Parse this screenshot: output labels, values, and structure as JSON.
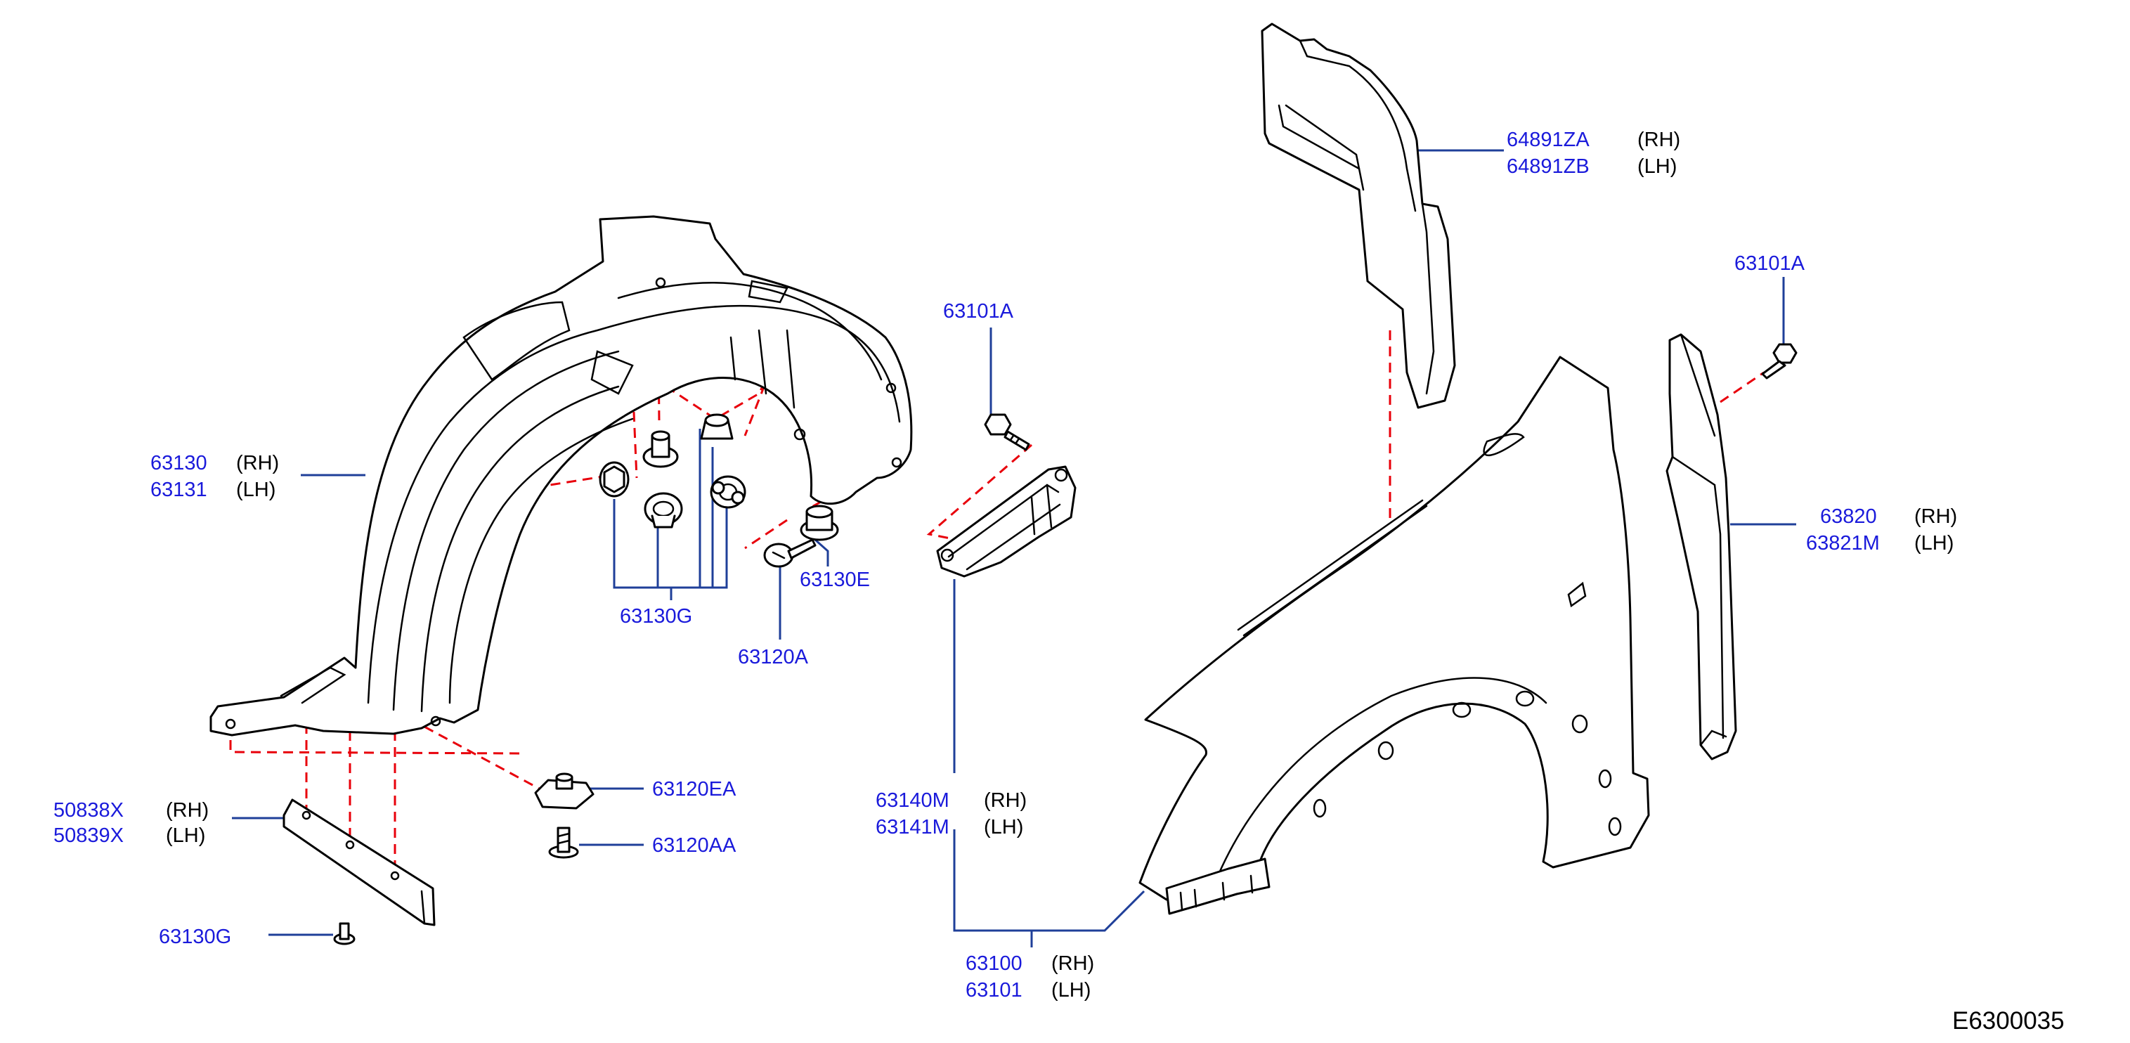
{
  "diagram_id": "E6300035",
  "colors": {
    "part_number": "#1a1adb",
    "leader": "#1f3f99",
    "guide_line": "#e8000b",
    "outline": "#000000"
  },
  "callouts": [
    {
      "id": "c1",
      "part": "63130",
      "side": "(RH)"
    },
    {
      "id": "c2",
      "part": "63131",
      "side": "(LH)"
    },
    {
      "id": "c3",
      "part": "63130G",
      "side": ""
    },
    {
      "id": "c4",
      "part": "63120A",
      "side": ""
    },
    {
      "id": "c5",
      "part": "63130E",
      "side": ""
    },
    {
      "id": "c6",
      "part": "63120EA",
      "side": ""
    },
    {
      "id": "c7",
      "part": "63120AA",
      "side": ""
    },
    {
      "id": "c8",
      "part": "50838X",
      "side": "(RH)"
    },
    {
      "id": "c9",
      "part": "50839X",
      "side": "(LH)"
    },
    {
      "id": "c10",
      "part": "63130G",
      "side": ""
    },
    {
      "id": "c11",
      "part": "63101A",
      "side": ""
    },
    {
      "id": "c12",
      "part": "63140M",
      "side": "(RH)"
    },
    {
      "id": "c13",
      "part": "63141M",
      "side": "(LH)"
    },
    {
      "id": "c14",
      "part": "63100",
      "side": "(RH)"
    },
    {
      "id": "c15",
      "part": "63101",
      "side": "(LH)"
    },
    {
      "id": "c16",
      "part": "64891ZA",
      "side": "(RH)"
    },
    {
      "id": "c17",
      "part": "64891ZB",
      "side": "(LH)"
    },
    {
      "id": "c18",
      "part": "63101A",
      "side": ""
    },
    {
      "id": "c19",
      "part": "63820",
      "side": "(RH)"
    },
    {
      "id": "c20",
      "part": "63821M",
      "side": "(LH)"
    }
  ]
}
